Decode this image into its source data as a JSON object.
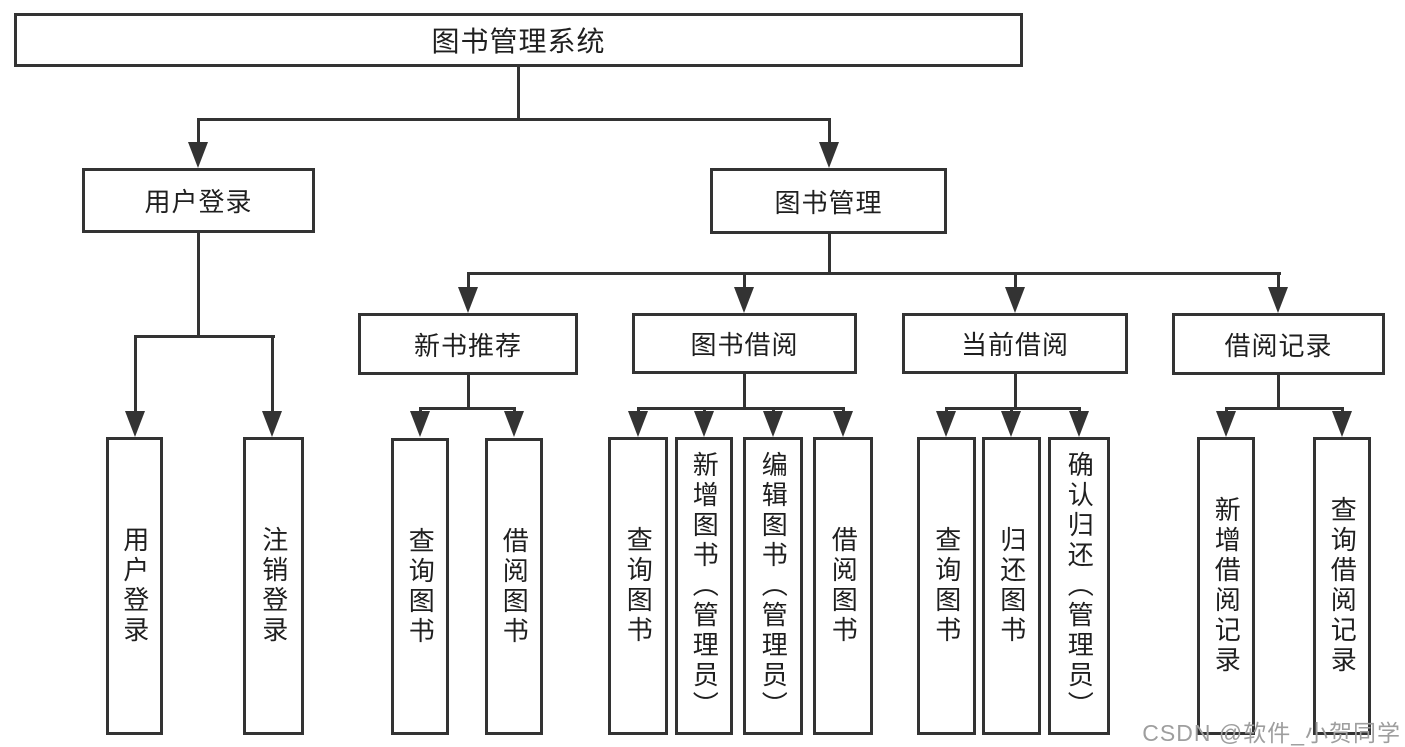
{
  "diagram": {
    "title_node": "图书管理系统",
    "nodes": {
      "root": "图书管理系统",
      "user_login": "用户登录",
      "book_mgmt": "图书管理",
      "new_book_rec": "新书推荐",
      "book_borrow": "图书借阅",
      "current_borrow": "当前借阅",
      "borrow_record": "借阅记录",
      "ul_user_login": "用户登录",
      "ul_logout": "注销登录",
      "nr_query_book": "查询图书",
      "nr_borrow_book": "借阅图书",
      "bb_query_book": "查询图书",
      "bb_add_book": "新增图书（管理员）",
      "bb_edit_book": "编辑图书（管理员）",
      "bb_borrow_book": "借阅图书",
      "cb_query_book": "查询图书",
      "cb_return_book": "归还图书",
      "cb_confirm_return": "确认归还（管理员）",
      "br_add_record": "新增借阅记录",
      "br_query_record": "查询借阅记录"
    },
    "watermark": "CSDN @软件_小贺同学",
    "colors": {
      "line": "#333333",
      "text": "#1f1f1f",
      "watermark": "#9e9e9e",
      "background": "#ffffff"
    }
  }
}
